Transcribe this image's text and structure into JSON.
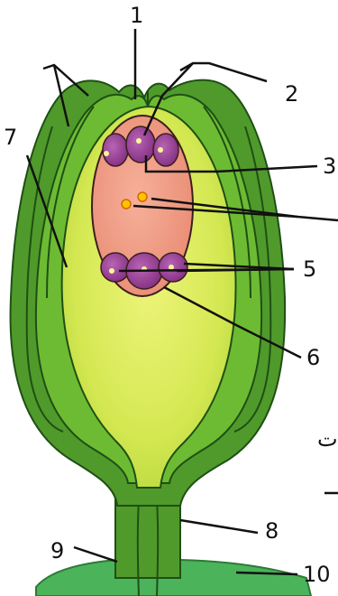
{
  "diagram": {
    "labels": {
      "l1": "1",
      "l2": "2",
      "l3": "3",
      "l5": "5",
      "l6": "6",
      "l7": "7",
      "l8": "8",
      "l9": "9",
      "l10": "10"
    },
    "edge_fragments": {
      "arabic_char": "ت."
    }
  },
  "colors": {
    "outer_integument": "#4f9a2b",
    "inner_integument": "#6dbb33",
    "nucellus": "#d4ea55",
    "embryo_sac": "#f0a08a",
    "cell": "#9a3f98",
    "nucleus": "#fff59a"
  }
}
